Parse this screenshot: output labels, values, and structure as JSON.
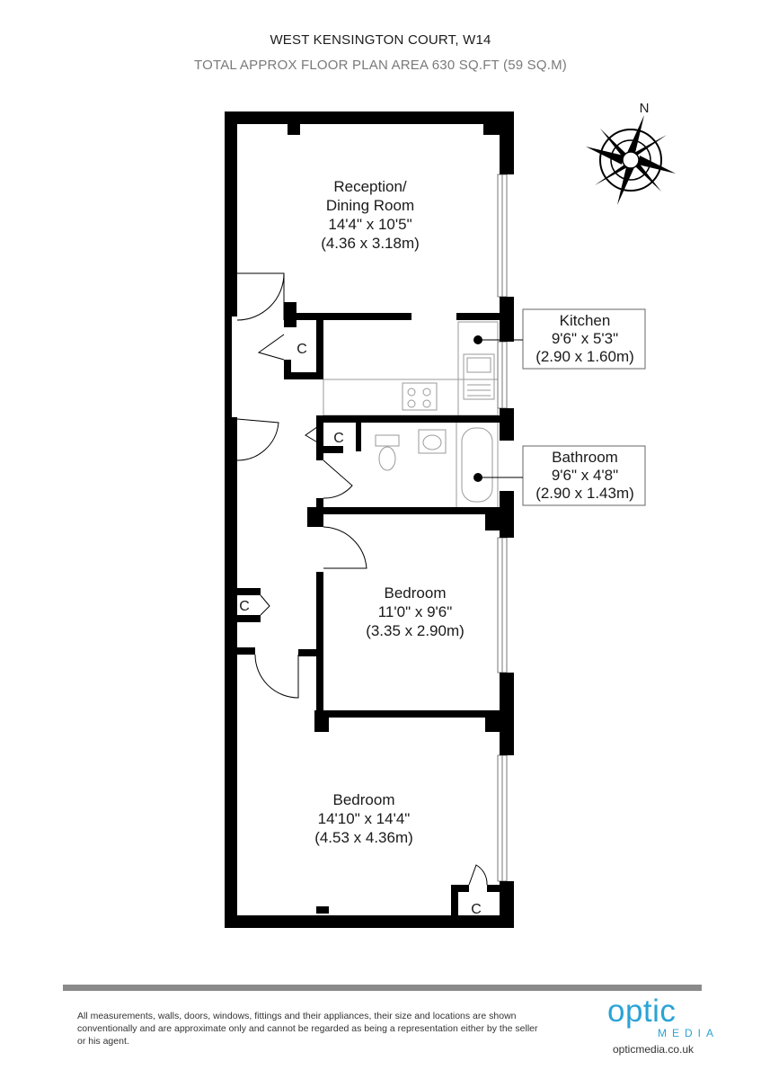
{
  "header": {
    "title": "WEST KENSINGTON COURT, W14",
    "subtitle": "TOTAL APPROX FLOOR PLAN AREA 630 SQ.FT (59 SQ.M)"
  },
  "compass": {
    "label": "N"
  },
  "rooms": {
    "reception": {
      "name_line1": "Reception/",
      "name_line2": "Dining Room",
      "imperial": "14'4\" x 10'5\"",
      "metric": "(4.36 x 3.18m)"
    },
    "kitchen": {
      "name": "Kitchen",
      "imperial": "9'6\" x 5'3\"",
      "metric": "(2.90 x 1.60m)"
    },
    "bathroom": {
      "name": "Bathroom",
      "imperial": "9'6\" x 4'8\"",
      "metric": "(2.90 x 1.43m)"
    },
    "bedroom1": {
      "name": "Bedroom",
      "imperial": "11'0\" x 9'6\"",
      "metric": "(3.35 x 2.90m)"
    },
    "bedroom2": {
      "name": "Bedroom",
      "imperial": "14'10\" x 14'4\"",
      "metric": "(4.53 x 4.36m)"
    }
  },
  "cupboard_label": "C",
  "footer": {
    "disclaimer": "All measurements, walls, doors, windows, fittings and their appliances, their size and locations are shown conventionally and are approximate only and cannot be regarded as being a representation either by the seller or his agent.",
    "logo_main": "optic",
    "logo_sub": "MEDIA",
    "url": "opticmedia.co.uk"
  },
  "colors": {
    "wall": "#000000",
    "brand": "#2aa3d6",
    "rule": "#8a8a8a"
  }
}
